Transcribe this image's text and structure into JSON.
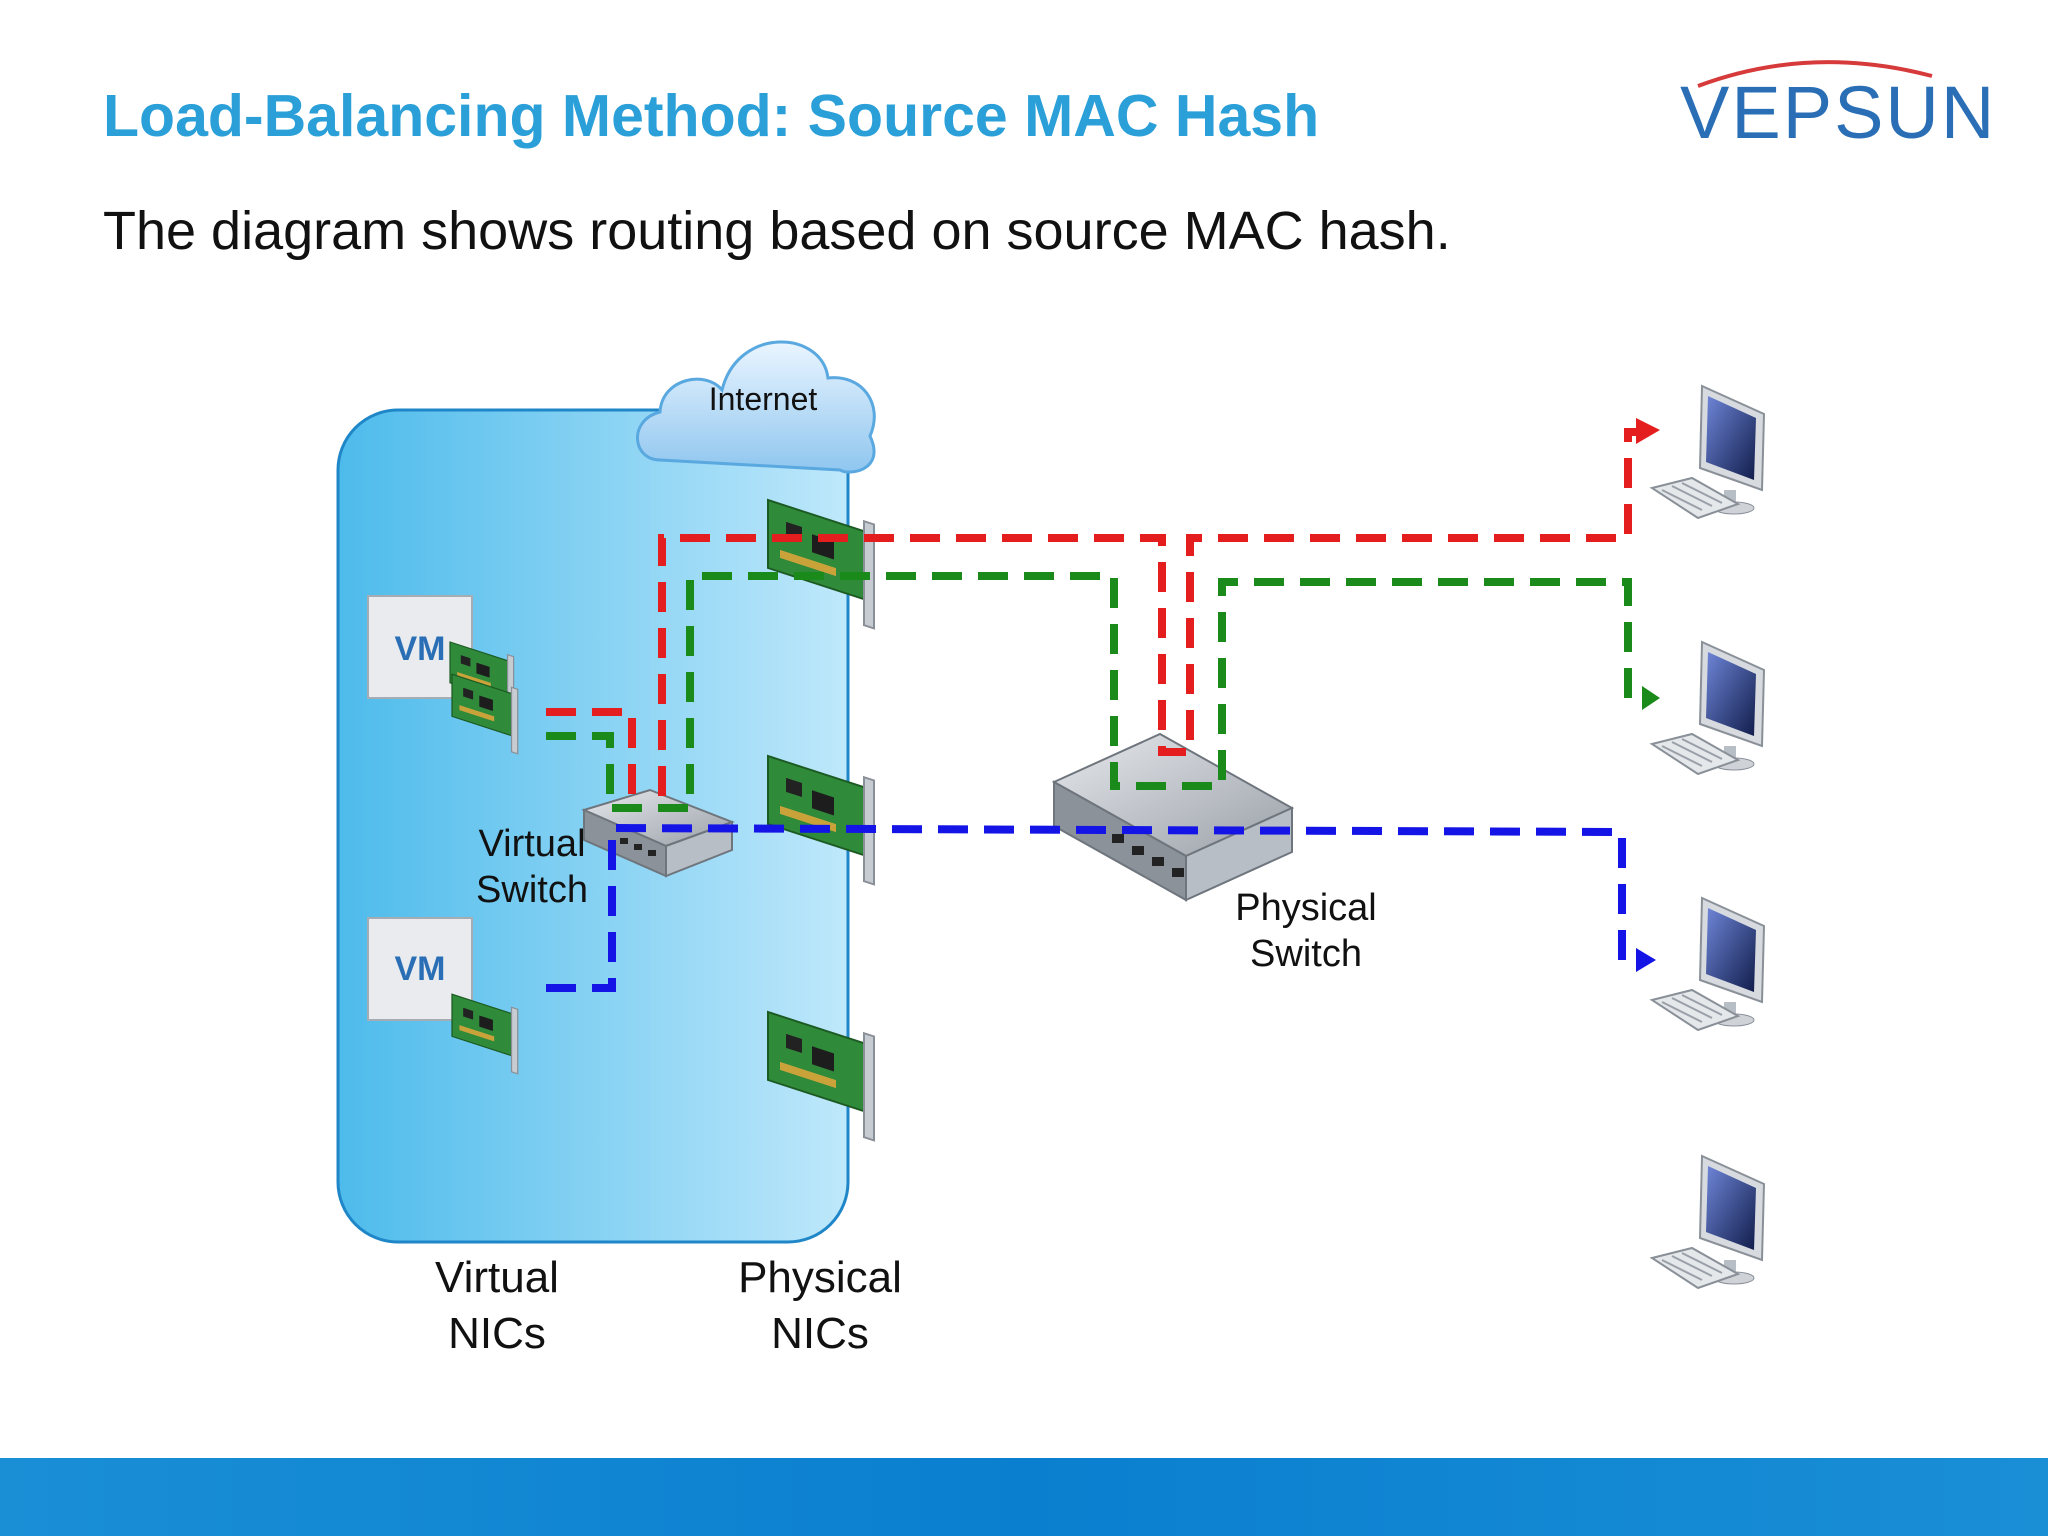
{
  "title": "Load-Balancing Method: Source MAC Hash",
  "subtitle": "The diagram shows routing based on source MAC hash.",
  "logo": {
    "text": "VEPSUN"
  },
  "diagram": {
    "internet_label": "Internet",
    "vm_label_1": "VM",
    "vm_label_2": "VM",
    "virtual_switch_label_line1": "Virtual",
    "virtual_switch_label_line2": "Switch",
    "physical_switch_label_line1": "Physical",
    "physical_switch_label_line2": "Switch",
    "virtual_nics_label_line1": "Virtual",
    "virtual_nics_label_line2": "NICs",
    "physical_nics_label_line1": "Physical",
    "physical_nics_label_line2": "NICs"
  },
  "colors": {
    "title": "#2a9fd8",
    "host_box": "#5cc4ef",
    "path_red": "#e41e1e",
    "path_green": "#1a8a1a",
    "path_blue": "#1414e6",
    "footer": "#0a7fcf"
  },
  "icons": {
    "cloud": "cloud-icon",
    "nic": "network-card-icon",
    "switch": "network-switch-icon",
    "computer": "desktop-computer-icon"
  }
}
